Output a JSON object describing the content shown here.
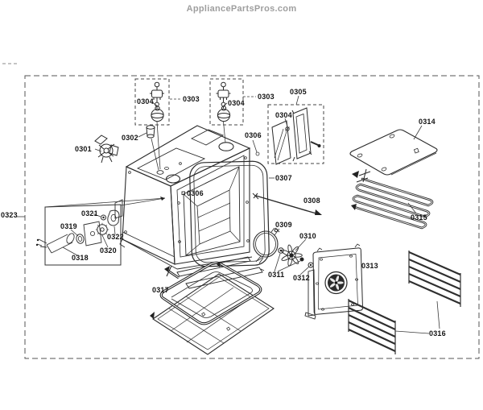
{
  "site": {
    "title": "AppliancePartsPros.com"
  },
  "diagram": {
    "description": "Exploded parts diagram of oven cavity assembly",
    "labels": {
      "l0301": "0301",
      "l0302": "0302",
      "l0303a": "0303",
      "l0303b": "0303",
      "l0304a": "0304",
      "l0304b": "0304",
      "l0304c": "0304",
      "l0305": "0305",
      "l0306a": "0306",
      "l0306b": "0306",
      "l0307": "0307",
      "l0308": "0308",
      "l0309": "0309",
      "l0310": "0310",
      "l0311": "0311",
      "l0312": "0312",
      "l0313": "0313",
      "l0314": "0314",
      "l0315": "0315",
      "l0316": "0316",
      "l0317": "0317",
      "l0318": "0318",
      "l0319": "0319",
      "l0320": "0320",
      "l0321": "0321",
      "l0322": "0322",
      "l0323": "0323"
    },
    "colors": {
      "line": "#2a2a2a",
      "label": "#141414",
      "border": "#555555",
      "header": "#9e9e9e"
    }
  }
}
